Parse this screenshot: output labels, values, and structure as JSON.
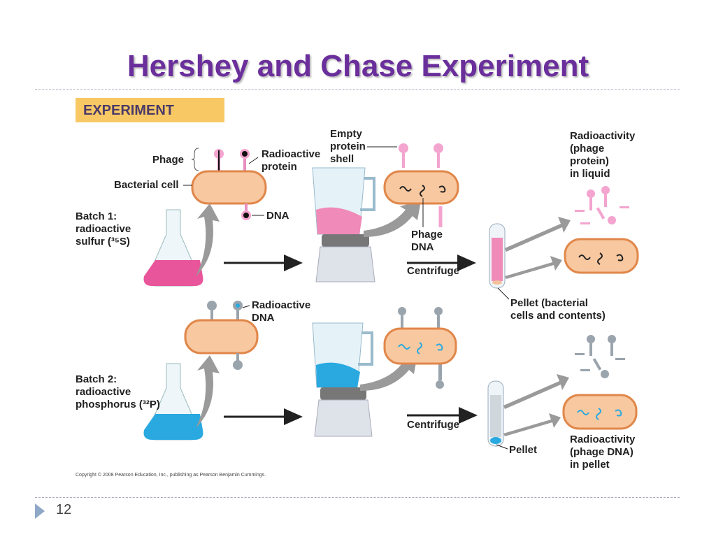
{
  "slide": {
    "title": "Hershey and Chase Experiment",
    "section_label": "EXPERIMENT",
    "page_number": "12",
    "copyright": "Copyright © 2008 Pearson Education, Inc., publishing as Pearson Benjamin Cummings."
  },
  "labels": {
    "phage": "Phage",
    "bacterial_cell": "Bacterial cell",
    "radioactive_protein": "Radioactive\nprotein",
    "dna": "DNA",
    "batch1": "Batch 1:\nradioactive\nsulfur (³⁵S)",
    "empty_shell": "Empty\nprotein\nshell",
    "phage_dna": "Phage\nDNA",
    "centrifuge1": "Centrifuge",
    "result1": "Radioactivity\n(phage\nprotein)\nin liquid",
    "pellet1": "Pellet (bacterial\ncells and contents)",
    "radioactive_dna": "Radioactive\nDNA",
    "batch2": "Batch 2:\nradioactive\nphosphorus (³²P)",
    "centrifuge2": "Centrifuge",
    "pellet2": "Pellet",
    "result2": "Radioactivity\n(phage DNA)\nin pellet"
  },
  "colors": {
    "title": "#6b2f9c",
    "section_bg": "#f8c864",
    "sulfur_liquid": "#e8559a",
    "phosphorus_liquid": "#29a9e0",
    "cell_fill": "#f8c8a0",
    "cell_stroke": "#e0874a"
  }
}
